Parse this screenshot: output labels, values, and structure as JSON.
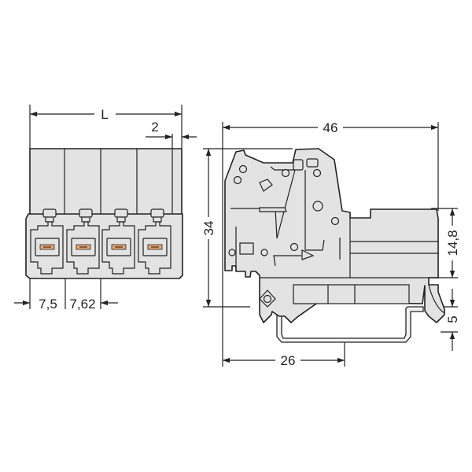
{
  "left_view": {
    "dim_length": "L",
    "dim_offset": "2",
    "dim_first_pitch": "7,5",
    "dim_pitch": "7,62",
    "pole_count": 4
  },
  "side_view": {
    "dim_width": "46",
    "dim_height": "34",
    "dim_module_height": "14,8",
    "dim_rail_offset": "5",
    "dim_rail_center": "26"
  },
  "colors": {
    "body": "#e3e3e3",
    "contact": "#e8a878",
    "line": "#222222"
  }
}
